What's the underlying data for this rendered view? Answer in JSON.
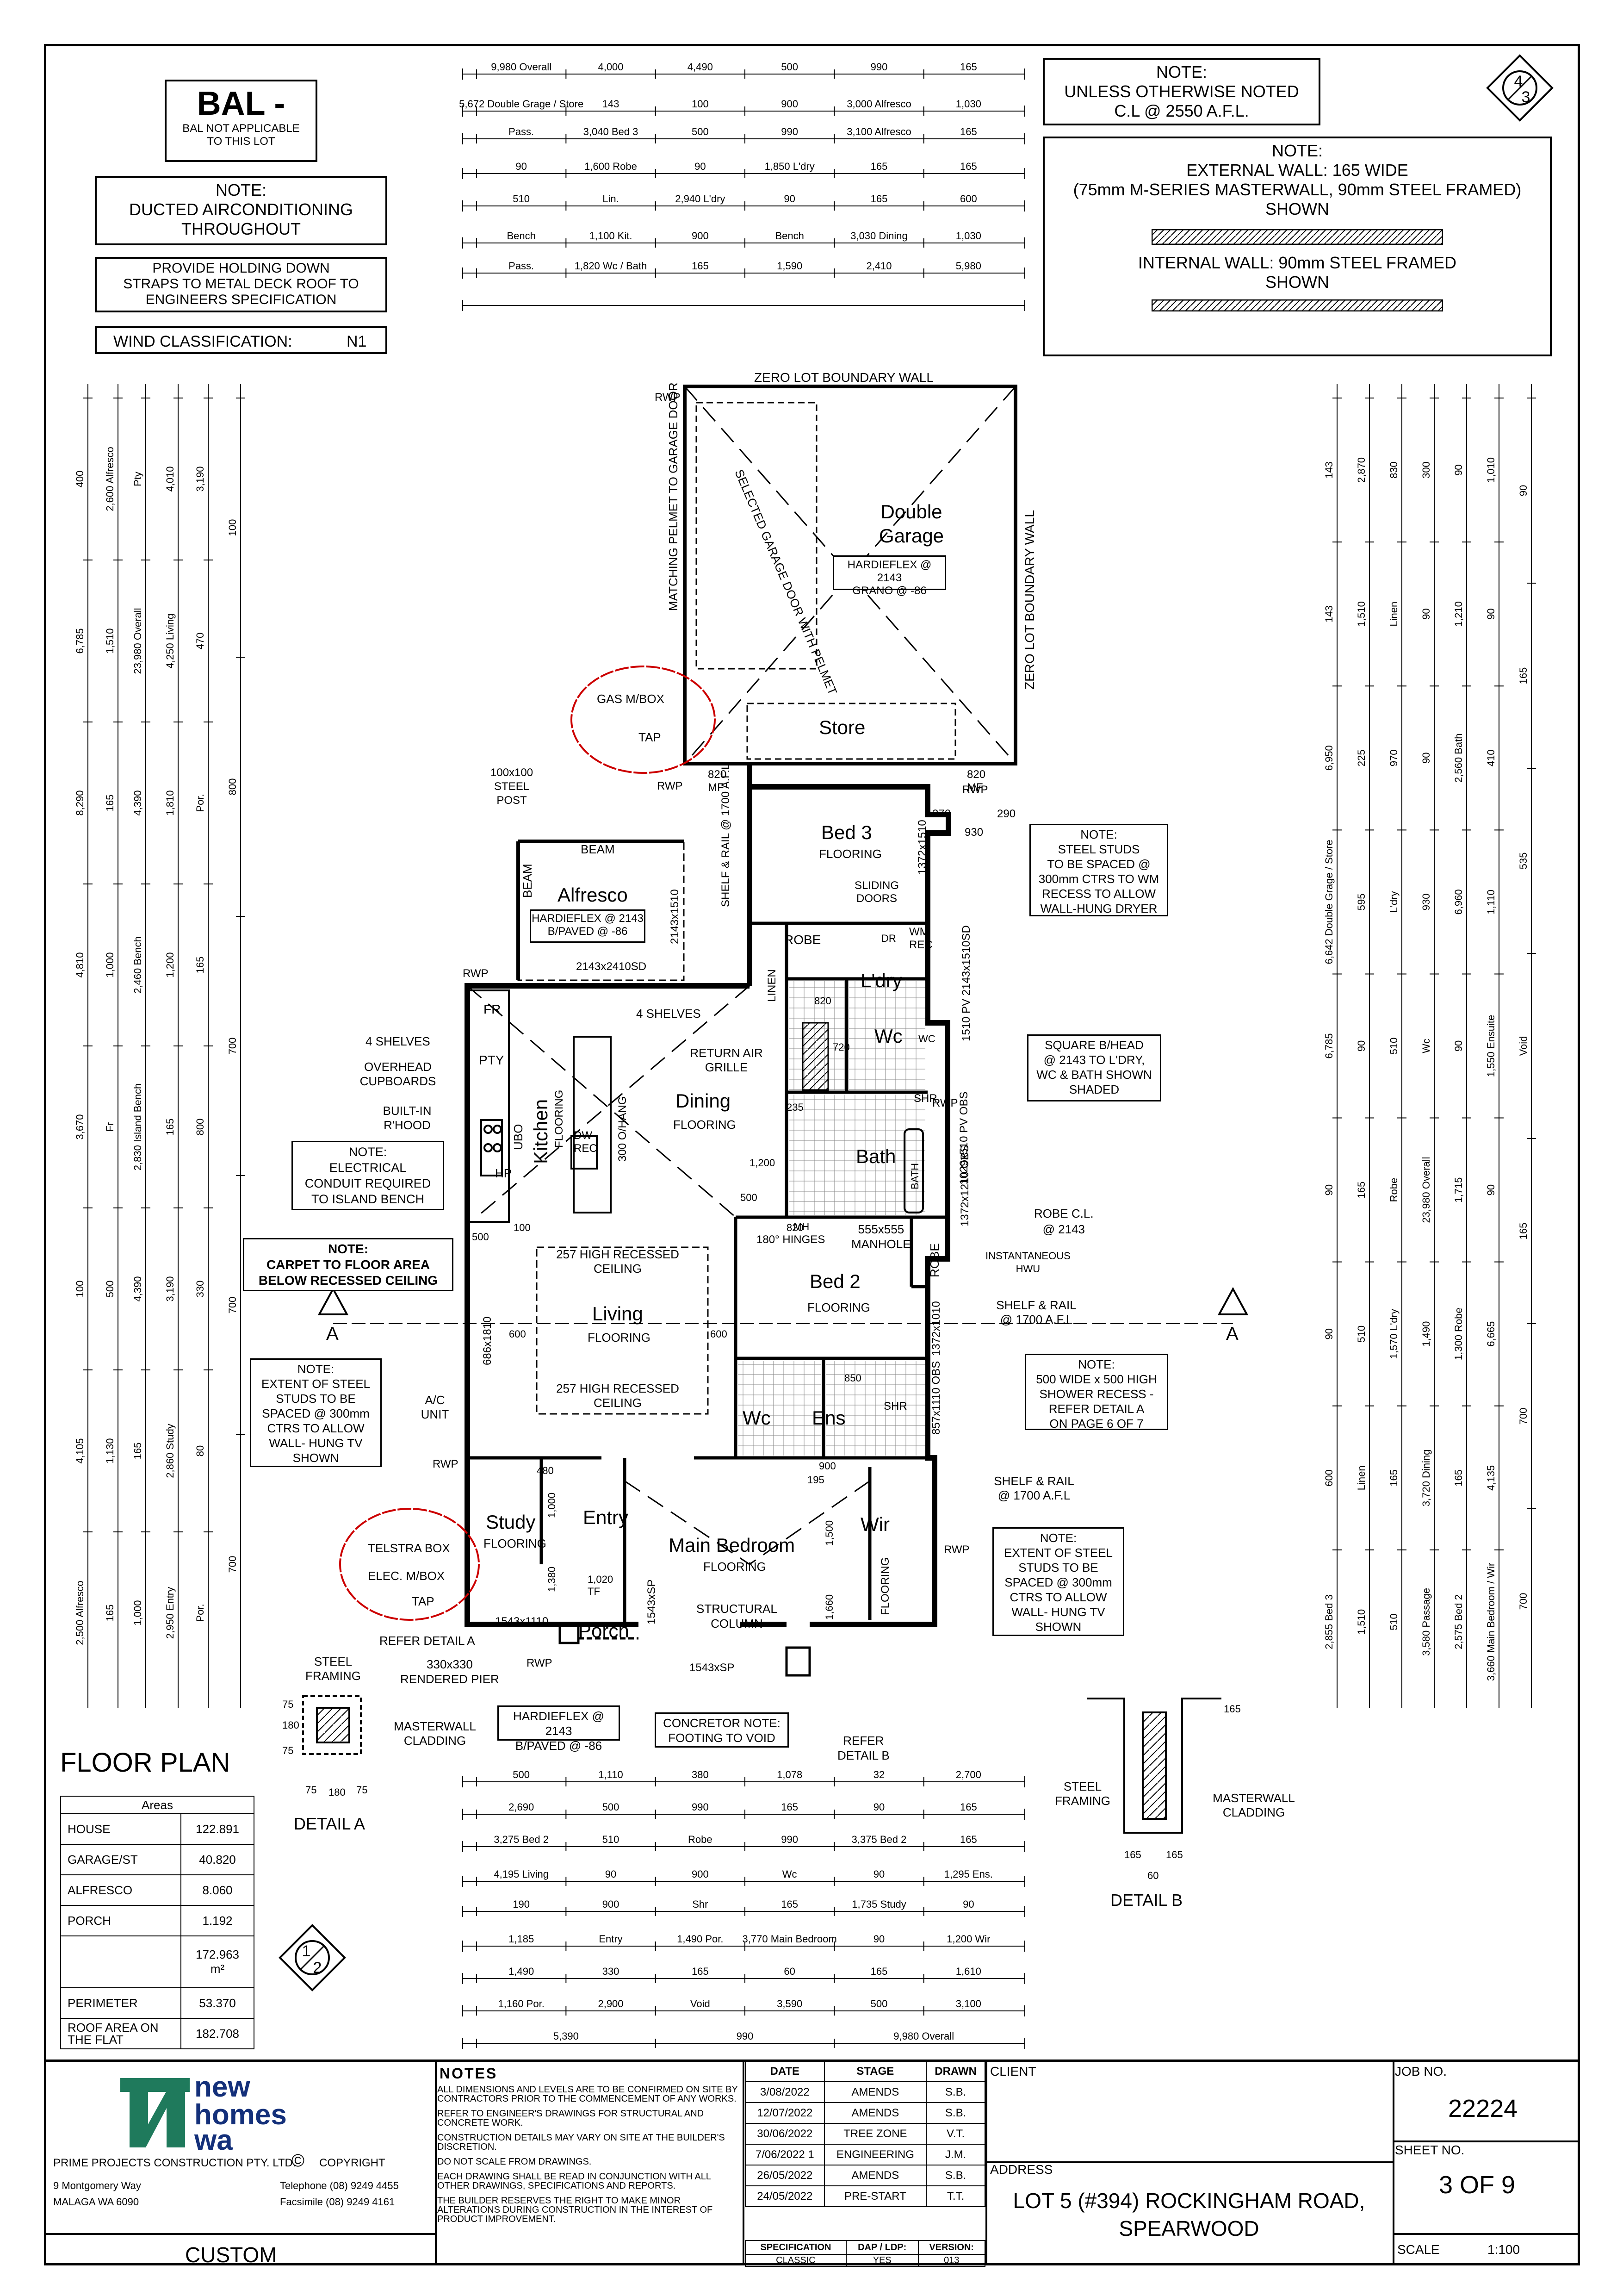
{
  "bal": {
    "title": "BAL -",
    "subtitle_1": "BAL NOT APPLICABLE",
    "subtitle_2": "TO THIS LOT"
  },
  "notes_left": {
    "aircon_title": "NOTE:",
    "aircon_1": "DUCTED AIRCONDITIONING",
    "aircon_2": "THROUGHOUT",
    "straps_1": "PROVIDE HOLDING DOWN",
    "straps_2": "STRAPS TO METAL DECK ROOF TO",
    "straps_3": "ENGINEERS SPECIFICATION",
    "wind_label": "WIND CLASSIFICATION:",
    "wind_value": "N1"
  },
  "notes_right": {
    "cl_title": "NOTE:",
    "cl_1": "UNLESS OTHERWISE NOTED",
    "cl_2": "C.L @ 2550 A.F.L.",
    "wall_title": "NOTE:",
    "wall_1": "EXTERNAL WALL: 165 WIDE",
    "wall_2": "(75mm M-SERIES MASTERWALL, 90mm STEEL FRAMED)",
    "wall_3": "SHOWN",
    "wall_4": "INTERNAL WALL: 90mm STEEL FRAMED",
    "wall_5": "SHOWN"
  },
  "sheet_marker_top": {
    "top": "4",
    "bottom": "3"
  },
  "sheet_marker_bottom": {
    "top": "1",
    "bottom": "2"
  },
  "dims_top": [
    "9,980 Overall",
    "4,000",
    "4,490",
    "500",
    "990",
    "165",
    "5,672 Double Grage / Store",
    "143",
    "100",
    "900",
    "3,000 Alfresco",
    "1,030",
    "Pass.",
    "3,040 Bed 3",
    "500",
    "990",
    "3,100 Alfresco",
    "165",
    "90",
    "1,600 Robe",
    "90",
    "1,850 L'dry",
    "165",
    "165",
    "510",
    "Lin.",
    "2,940 L'dry",
    "90",
    "165",
    "600",
    "Bench",
    "1,100 Kit.",
    "900",
    "Bench",
    "3,030 Dining",
    "1,030",
    "Pass.",
    "1,820 Wc / Bath",
    "165",
    "1,590",
    "2,410",
    "5,980"
  ],
  "dims_bottom": [
    "500",
    "1,110",
    "380",
    "1,078",
    "32",
    "2,700",
    "2,690",
    "500",
    "990",
    "165",
    "90",
    "165",
    "3,275 Bed 2",
    "510",
    "Robe",
    "990",
    "3,375 Bed 2",
    "165",
    "4,195 Living",
    "90",
    "900",
    "Wc",
    "90",
    "1,295 Ens.",
    "190",
    "900",
    "Shr",
    "165",
    "1,735 Study",
    "90",
    "1,185",
    "Entry",
    "1,490 Por.",
    "3,770 Main Bedroom",
    "90",
    "1,200 Wir",
    "1,490",
    "330",
    "165",
    "60",
    "165",
    "1,610",
    "1,160 Por.",
    "2,900",
    "Void",
    "3,590",
    "500",
    "3,100",
    "5,390",
    "990",
    "9,980 Overall"
  ],
  "dims_left": [
    "400",
    "6,785",
    "8,290",
    "4,810",
    "3,670",
    "100",
    "4,105",
    "2,500 Alfresco",
    "2,600 Alfresco",
    "1,510",
    "165",
    "1,000",
    "Fr",
    "500",
    "1,130",
    "165",
    "Pty",
    "23,980 Overall",
    "4,390",
    "2,460 Bench",
    "2,830 Island Bench",
    "4,390",
    "165",
    "1,000",
    "4,010",
    "4,250 Living",
    "1,810",
    "1,200",
    "165",
    "3,190",
    "2,860 Study",
    "2,950 Entry",
    "3,190",
    "470",
    "Por.",
    "165",
    "800",
    "330",
    "80",
    "Por.",
    "100",
    "800",
    "700",
    "700",
    "700"
  ],
  "dims_right": [
    "143",
    "143",
    "6,950",
    "6,642 Double Grage / Store",
    "6,785",
    "90",
    "90",
    "600",
    "2,855 Bed 3",
    "2,870",
    "1,510",
    "225",
    "595",
    "90",
    "165",
    "510",
    "Linen",
    "1,510",
    "830",
    "Linen",
    "970",
    "L'dry",
    "510",
    "Robe",
    "1,570 L'dry",
    "165",
    "510",
    "300",
    "90",
    "90",
    "930",
    "Wc",
    "23,980 Overall",
    "1,490",
    "3,720 Dining",
    "3,580 Passage",
    "90",
    "1,210",
    "2,560 Bath",
    "6,960",
    "90",
    "1,715",
    "1,300 Robe",
    "165",
    "2,575 Bed 2",
    "1,010",
    "90",
    "410",
    "1,110",
    "1,550 Ensuite",
    "90",
    "6,665",
    "4,135",
    "3,660 Main Bedroom / Wir",
    "90",
    "165",
    "535",
    "Void",
    "165",
    "700",
    "700"
  ],
  "plan_labels": {
    "boundary_top": "ZERO LOT BOUNDARY WALL",
    "boundary_right": "ZERO LOT BOUNDARY WALL",
    "pelmet": "MATCHING PELMET TO GARAGE DOOR",
    "garage_door": "SELECTED GARAGE DOOR WITH PELMET",
    "garage": "Double Garage",
    "garage_finish_1": "HARDIEFLEX @ 2143",
    "garage_finish_2": "GRANO @ -86",
    "store": "Store",
    "gas": "GAS M/BOX",
    "tap_top": "TAP",
    "rwp": "RWP",
    "post_1": "100x100",
    "post_2": "STEEL",
    "post_3": "POST",
    "mf1": "820 MF",
    "mf2": "820 MF",
    "rwp_mf": "RWP",
    "shelf_rail_bed3": "SHELF & RAIL @ 1700 A.F.L",
    "bed3": "Bed 3",
    "flooring": "FLOORING",
    "window_1372": "1372x1510",
    "d270": "270",
    "d290": "290",
    "d930": "930",
    "sliding_doors": "SLIDING DOORS",
    "robe": "ROBE",
    "dr": "DR",
    "wm": "WM REC",
    "beam": "BEAM",
    "beam2": "BEAM",
    "alfresco": "Alfresco",
    "alfresco_finish_1": "HARDIEFLEX @ 2143",
    "alfresco_finish_2": "B/PAVED @ -86",
    "alfresco_door": "2143x2410SD",
    "alfresco_window": "2143x1510",
    "linen": "LINEN",
    "four_shelves": "4 SHELVES",
    "four_shelves_left": "4 SHELVES",
    "laundry": "L'dry",
    "pv": "1510 PV 2143x1510SD",
    "d820": "820",
    "d720": "720",
    "d235": "235",
    "wc": "Wc",
    "wc_sym": "WC",
    "window_1029": "1029x510 PV OBS",
    "return_air": "RETURN AIR GRILLE",
    "overhead": "OVERHEAD CUPBOARDS",
    "rhood": "BUILT-IN R'HOOD",
    "fr": "FR",
    "pty": "PTY",
    "ubo": "UBO",
    "hp": "HP",
    "dw": "DW REC",
    "kitchen": "Kitchen",
    "overhang": "300 O/HANG",
    "dining": "Dining",
    "shr": "SHR",
    "bath": "Bath",
    "bath_sym": "BATH",
    "window_1372_1210": "1372x1210 OBS",
    "mh": "MH",
    "manhole_1": "555x555",
    "manhole_2": "MANHOLE",
    "hinges": "180° HINGES",
    "d1200": "1,200",
    "d500": "500",
    "d100": "100",
    "d600": "600",
    "robe_cl_1": "ROBE C.L.",
    "robe_cl_2": "@ 2143",
    "hwu_1": "INSTANTANEOUS",
    "hwu_2": "HWU",
    "shelf_rail_bed2": "SHELF & RAIL @ 1700 A.F.L",
    "bed2": "Bed 2",
    "window_1372_1010": "1372x1010",
    "electrical_title": "NOTE:",
    "electrical_1": "ELECTRICAL",
    "electrical_2": "CONDUIT REQUIRED",
    "electrical_3": "TO ISLAND BENCH",
    "carpet_title": "NOTE:",
    "carpet_1": "CARPET TO FLOOR AREA",
    "carpet_2": "BELOW RECESSED CEILING",
    "recessed": "257 HIGH RECESSED CEILING",
    "living": "Living",
    "window_686": "686x1810",
    "tv_title": "NOTE:",
    "tv_1": "EXTENT OF STEEL",
    "tv_2": "STUDS TO BE",
    "tv_3": "SPACED @ 300mm",
    "tv_4": "CTRS TO ALLOW",
    "tv_5": "WALL- HUNG TV",
    "tv_6": "SHOWN",
    "ac": "A/C UNIT",
    "section_a": "A",
    "shower_title": "NOTE:",
    "shower_1": "500 WIDE x 500 HIGH",
    "shower_2": "SHOWER RECESS -",
    "shower_3": "REFER DETAIL A",
    "shower_4": "ON PAGE 6 OF 7",
    "ens": "Ens",
    "window_857": "857x1110 OBS",
    "d850": "850",
    "d900": "900",
    "d195": "195",
    "shelf_rail_wir": "SHELF & RAIL @ 1700 A.F.L",
    "study": "Study",
    "entry": "Entry",
    "main_bedroom": "Main Bedroom",
    "wir": "Wir",
    "d480": "480",
    "d1000": "1,000",
    "d1500": "1,500",
    "d1660": "1,660",
    "d1380": "1,380",
    "tf": "1,020 TF",
    "telstra": "TELSTRA BOX",
    "elec": "ELEC. M/BOX",
    "tap": "TAP",
    "refer_a": "REFER DETAIL A",
    "porch": "Porch",
    "pier_1": "330x330",
    "pier_2": "RENDERED PIER",
    "sp1": "1543x1110",
    "sp2": "1543xSP",
    "sp3": "1543xSP",
    "structural_1": "STRUCTURAL",
    "structural_2": "COLUMN",
    "porch_finish_1": "HARDIEFLEX @ 2143",
    "porch_finish_2": "B/PAVED @ -86",
    "concretor_1": "CONCRETOR NOTE:",
    "concretor_2": "FOOTING TO VOID",
    "refer_b_1": "REFER",
    "refer_b_2": "DETAIL B",
    "steel_studs_title": "NOTE:",
    "steel_studs_1": "STEEL STUDS",
    "steel_studs_2": "TO BE SPACED @",
    "steel_studs_3": "300mm CTRS TO WM",
    "steel_studs_4": "RECESS TO ALLOW",
    "steel_studs_5": "WALL-HUNG DRYER",
    "bulkhead_1": "SQUARE B/HEAD",
    "bulkhead_2": "@ 2143 TO L'DRY,",
    "bulkhead_3": "WC & BATH SHOWN",
    "bulkhead_4": "SHADED",
    "tv2_title": "NOTE:",
    "tv2_1": "EXTENT OF STEEL",
    "tv2_2": "STUDS TO BE",
    "tv2_3": "SPACED @ 300mm",
    "tv2_4": "CTRS TO ALLOW",
    "tv2_5": "WALL- HUNG TV",
    "tv2_6": "SHOWN"
  },
  "details": {
    "floor_plan": "FLOOR PLAN",
    "detail_a": "DETAIL A",
    "detail_b": "DETAIL B",
    "steel_framing": "STEEL FRAMING",
    "masterwall": "MASTERWALL CLADDING",
    "da_dims": [
      "75",
      "180",
      "75",
      "75",
      "180",
      "75"
    ],
    "db_dims": [
      "165",
      "165",
      "165",
      "60"
    ]
  },
  "areas": {
    "header": "Areas",
    "rows": [
      {
        "label": "HOUSE",
        "value": "122.891"
      },
      {
        "label": "GARAGE/ST",
        "value": "40.820"
      },
      {
        "label": "ALFRESCO",
        "value": "8.060"
      },
      {
        "label": "PORCH",
        "value": "1.192"
      },
      {
        "label": "",
        "value": "172.963 m²"
      },
      {
        "label": "PERIMETER",
        "value": "53.370"
      },
      {
        "label": "ROOF AREA ON THE FLAT",
        "value": "182.708"
      }
    ]
  },
  "title_block": {
    "logo_1": "new",
    "logo_2": "homes",
    "logo_3": "wa",
    "company": "PRIME PROJECTS CONSTRUCTION PTY. LTD.",
    "copyright": "COPYRIGHT",
    "address_1": "9  Montgomery  Way",
    "address_2": "MALAGA  WA  6090",
    "phone": "Telephone  (08)  9249 4455",
    "fax": "Facsimile  (08)  9249 4161",
    "custom": "CUSTOM",
    "notes_title": "NOTES",
    "notes": [
      "ALL DIMENSIONS AND LEVELS ARE TO BE CONFIRMED ON SITE BY CONTRACTORS PRIOR TO THE COMMENCEMENT OF ANY WORKS.",
      "REFER TO ENGINEER'S DRAWINGS FOR STRUCTURAL AND CONCRETE WORK.",
      "CONSTRUCTION DETAILS MAY VARY ON SITE AT THE BUILDER'S DISCRETION.",
      "DO NOT SCALE FROM DRAWINGS.",
      "EACH DRAWING SHALL BE READ IN CONJUNCTION WITH ALL OTHER DRAWINGS, SPECIFICATIONS AND REPORTS.",
      "THE BUILDER RESERVES THE RIGHT TO MAKE MINOR ALTERATIONS DURING CONSTRUCTION IN THE INTEREST OF PRODUCT IMPROVEMENT."
    ],
    "rev_headers": [
      "DATE",
      "STAGE",
      "DRAWN"
    ],
    "revisions": [
      [
        "3/08/2022",
        "AMENDS",
        "S.B."
      ],
      [
        "12/07/2022",
        "AMENDS",
        "S.B."
      ],
      [
        "30/06/2022",
        "TREE ZONE",
        "V.T."
      ],
      [
        "7/06/2022 1",
        "ENGINEERING",
        "J.M."
      ],
      [
        "26/05/2022",
        "AMENDS",
        "S.B."
      ],
      [
        "24/05/2022",
        "PRE-START",
        "T.T."
      ]
    ],
    "spec_label": "SPECIFICATION",
    "spec_value": "CLASSIC",
    "dap_label": "DAP / LDP:",
    "dap_value": "YES",
    "version_label": "VERSION:",
    "version_value": "013",
    "client_label": "CLIENT",
    "address_label": "ADDRESS",
    "address_value_1": "LOT 5 (#394) ROCKINGHAM ROAD,",
    "address_value_2": "SPEARWOOD",
    "job_label": "JOB  NO.",
    "job_value": "22224",
    "sheet_label": "SHEET  NO.",
    "sheet_value": "3 OF 9",
    "scale_label": "SCALE",
    "scale_value": "1:100"
  },
  "colors": {
    "ink": "#000000",
    "revision_cloud": "#cc0000",
    "logo_green": "#1f7a5c",
    "logo_blue": "#14307a",
    "shaded": "#bdbdbd"
  }
}
